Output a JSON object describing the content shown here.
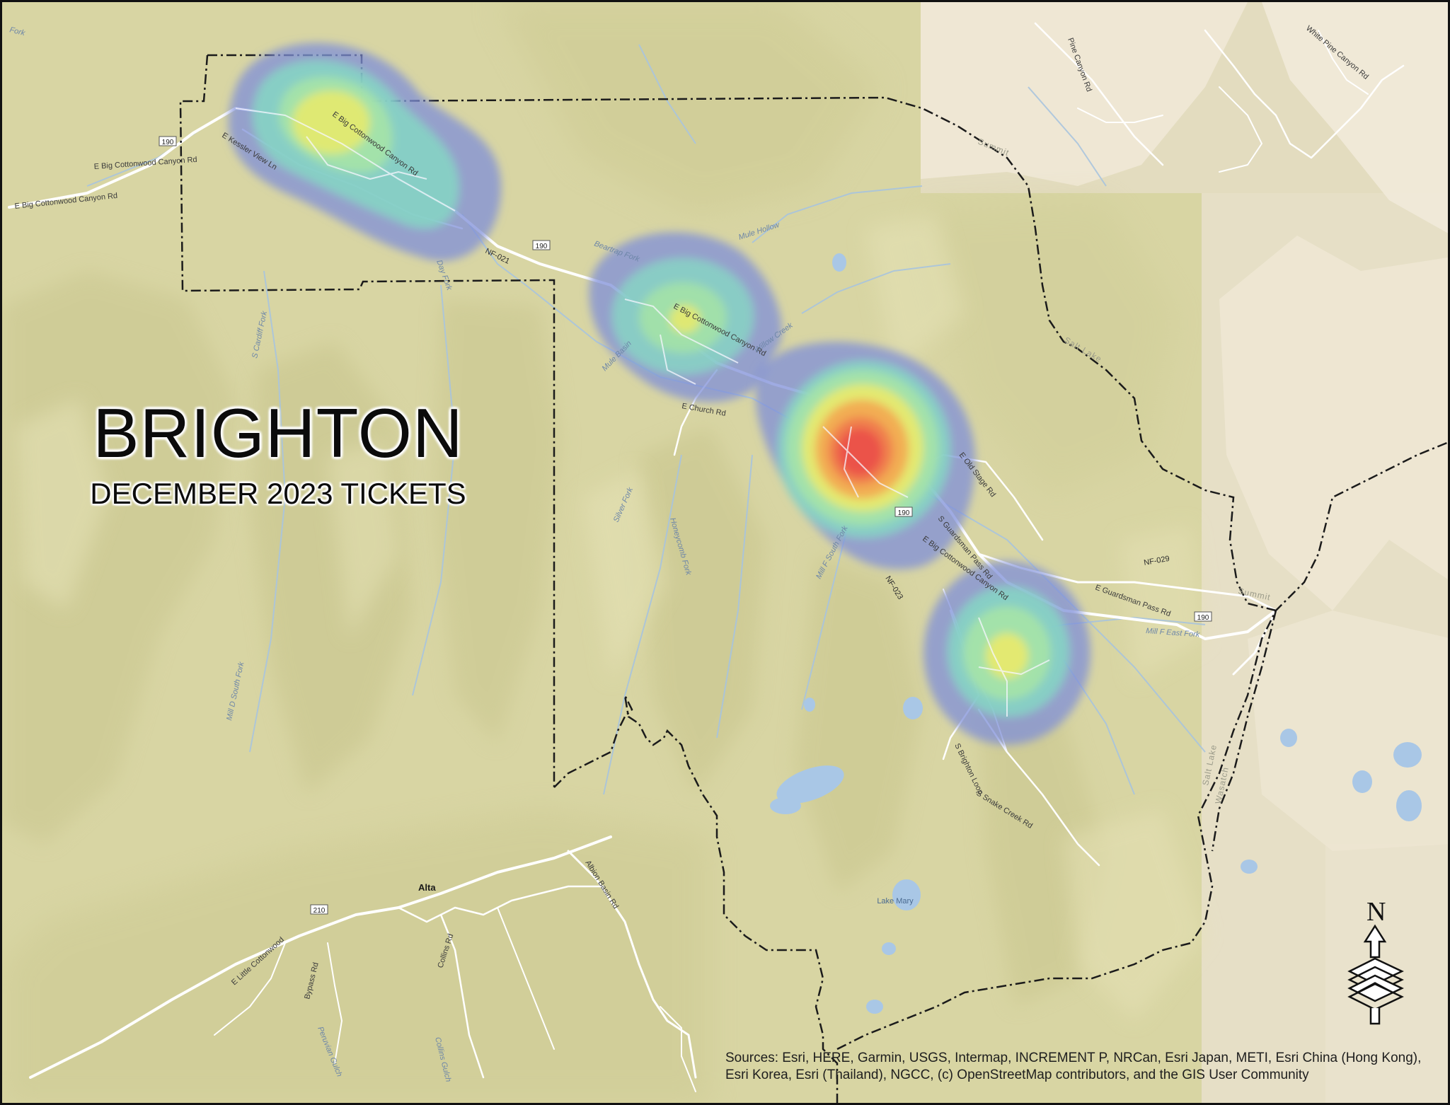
{
  "map": {
    "title": "BRIGHTON",
    "subtitle": "DECEMBER 2023 TICKETS",
    "attribution": "Sources: Esri, HERE, Garmin, USGS, Intermap, INCREMENT P, NRCan, Esri Japan, METI, Esri China (Hong Kong), Esri Korea, Esri (Thailand), NGCC, (c) OpenStreetMap contributors, and the GIS User Community",
    "north_label": "N"
  },
  "heatmap": {
    "hotspots": [
      {
        "name": "upper-west-cluster",
        "peak": "yellow"
      },
      {
        "name": "middle-cluster",
        "peak": "yellow"
      },
      {
        "name": "main-cluster",
        "peak": "red"
      },
      {
        "name": "brighton-cluster",
        "peak": "yellow"
      }
    ],
    "colors": {
      "blue": "#7f8fd8",
      "teal": "#86d7c4",
      "green": "#a5e3a6",
      "yellow": "#eaea6a",
      "orange": "#f3a650",
      "red": "#ea5048"
    }
  },
  "labels": {
    "roads": [
      "E Big Cottonwood Canyon Rd",
      "E Big Cottonwood Canyon Rd",
      "E Kessler View Ln",
      "E Big Cottonwood Canyon Rd",
      "E Big Cottonwood Canyon Rd",
      "E Church Rd",
      "E Old Stage Rd",
      "S Guardsman Pass Rd",
      "E Big Cottonwood Canyon Rd",
      "E Guardsman Pass Rd",
      "S Brighton Loop",
      "S Snake Creek Rd",
      "White Pine Canyon Rd",
      "Albion Basin Rd",
      "Collins Rd",
      "Bypass Rd",
      "E Little Cottonwood",
      "Pine Canyon Rd"
    ],
    "route_shields": [
      "190",
      "190",
      "190",
      "190",
      "210"
    ],
    "forest_roads": [
      "NF-021",
      "NF-023",
      "NF-029"
    ],
    "streams": [
      "S Cardiff Fork",
      "Mill D South Fork",
      "Mule Hollow",
      "Beartrap Fork",
      "Silver Fork",
      "Honeycomb Fork",
      "Mill F South Fork",
      "Mill F East Fork",
      "Day Fork",
      "Mule Basin",
      "Willow Creek",
      "Peruvian Gulch",
      "Collins Gulch",
      "Fork"
    ],
    "places": [
      "Alta",
      "Lake Mary"
    ],
    "boundaries": [
      "Summit",
      "Summit",
      "Salt Lake",
      "Salt Lake",
      "Wasatch"
    ]
  }
}
